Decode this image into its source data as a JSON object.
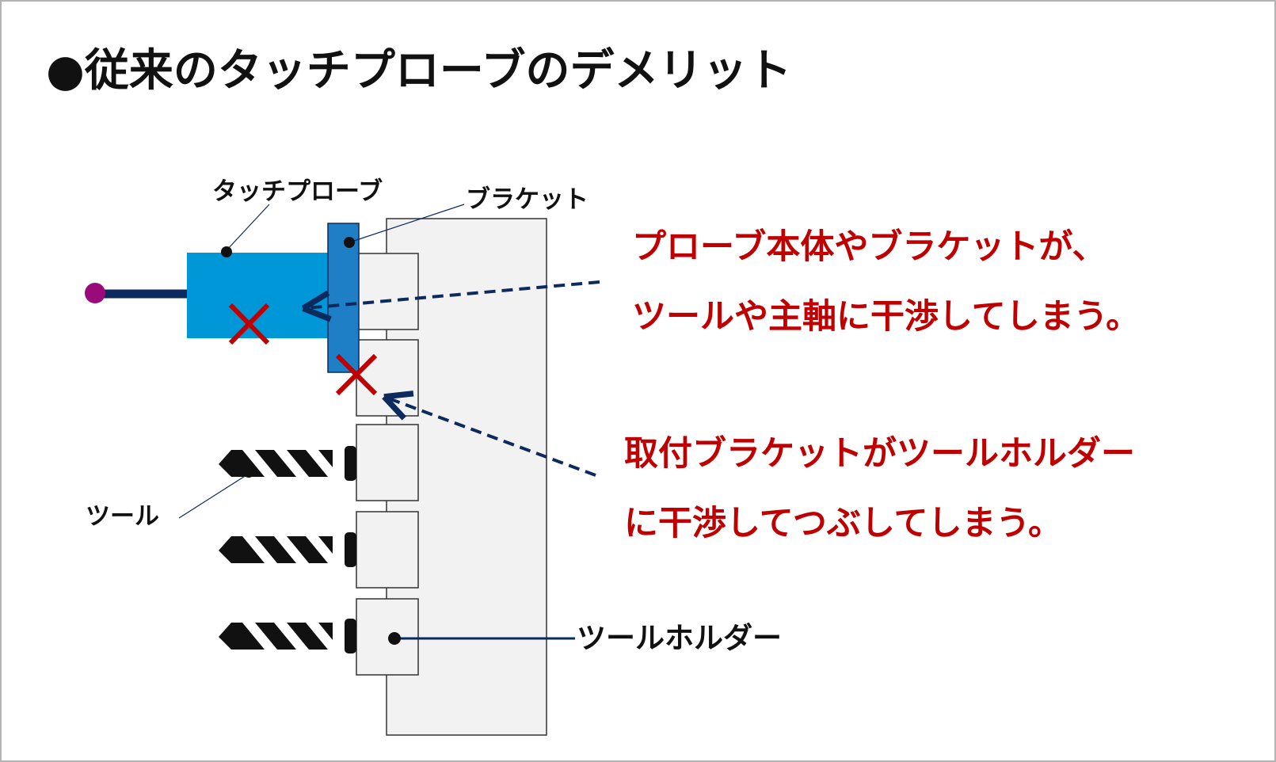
{
  "title": "●従来のタッチプローブのデメリット",
  "labels": {
    "touch_probe": "タッチプローブ",
    "bracket": "ブラケット",
    "tool": "ツール",
    "tool_holder": "ツールホルダー"
  },
  "warnings": {
    "probe_interference": {
      "line1": "プローブ本体やブラケットが、",
      "line2": "ツールや主軸に干渉してしまう。"
    },
    "bracket_interference": {
      "line1": "取付ブラケットがツールホルダー",
      "line2": "に干渉してつぶしてしまう。"
    }
  },
  "colors": {
    "probe_body": "#0097d8",
    "bracket": "#1e7fc6",
    "stylus_tip": "#9b0a7a",
    "stylus_shaft": "#0c2a5e",
    "warning_text": "#c00000",
    "cross_mark": "#c00000",
    "arrow": "#0c2a5e",
    "holder_fill": "#f2f2f2",
    "holder_stroke": "#333333"
  },
  "icons": {
    "cross": "cross-mark-icon",
    "tool": "drill-bit-icon"
  }
}
